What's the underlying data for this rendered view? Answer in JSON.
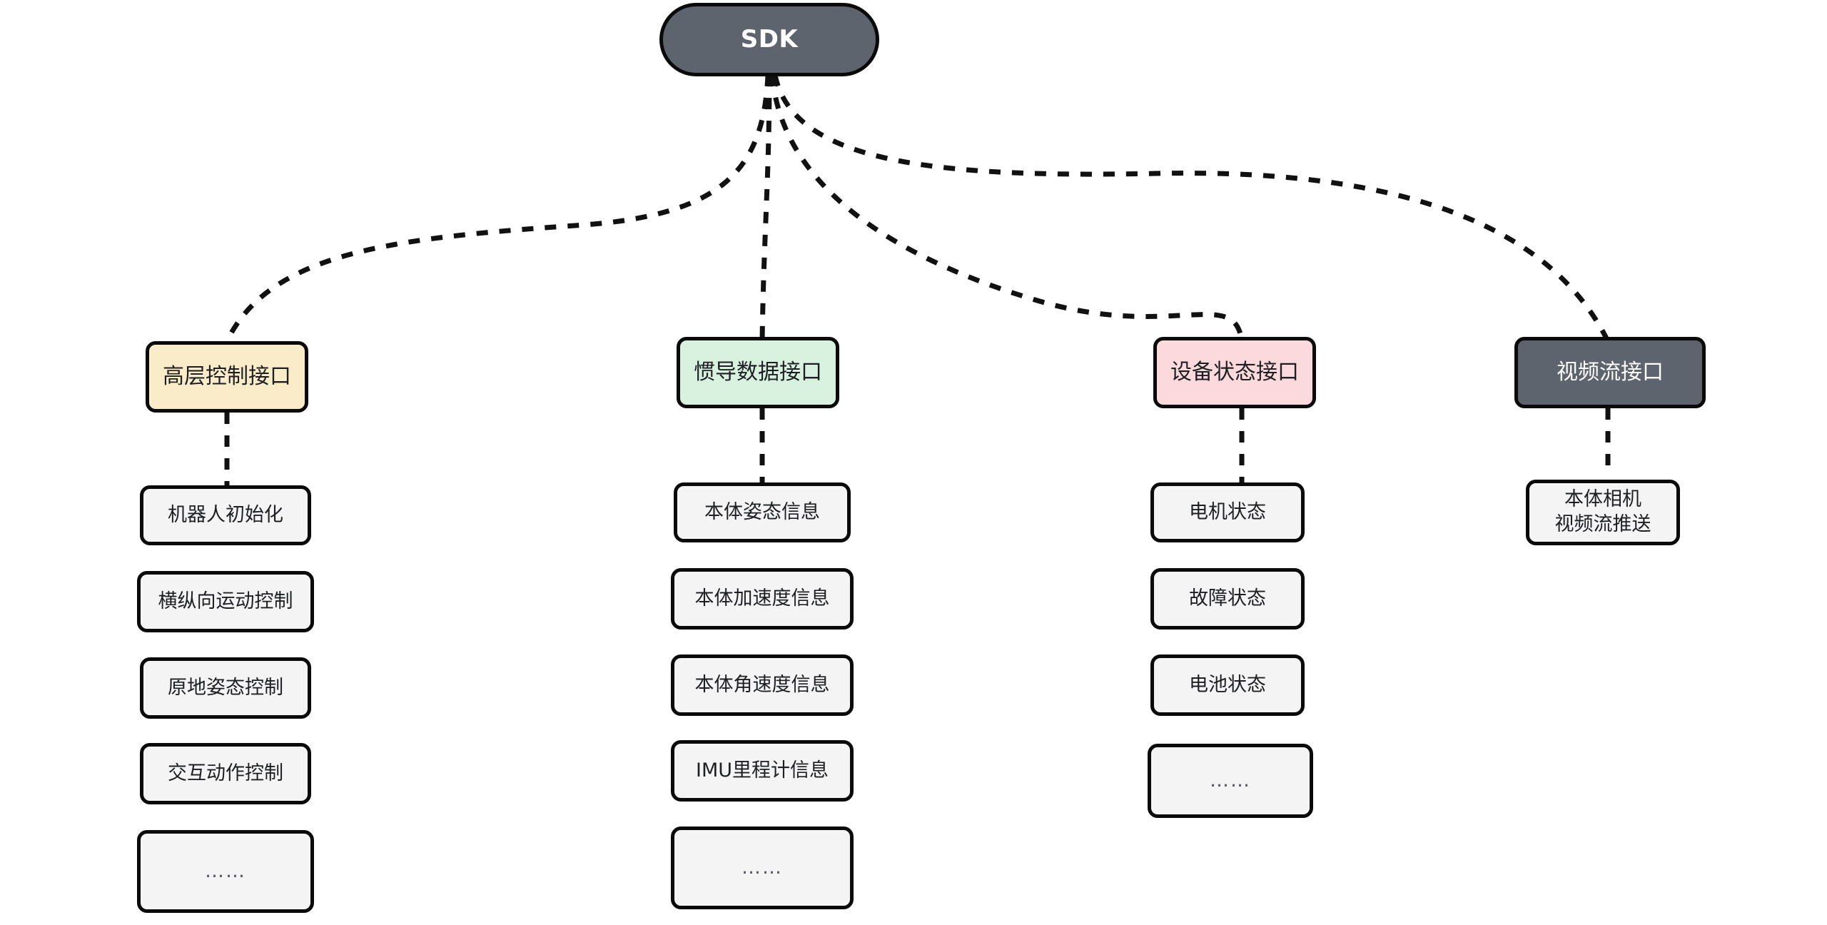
{
  "diagram": {
    "title": "SDK",
    "type": "hierarchy-tree",
    "edge_style": "dashed",
    "edge_color": "#111111",
    "background": "#ffffff",
    "root": {
      "id": "sdk",
      "label": "SDK",
      "fill": "#5e646e",
      "text_color": "#ffffff"
    },
    "branches": [
      {
        "id": "high-level-control",
        "label": "高层控制接口",
        "fill": "#fbecc9",
        "text_color": "#1d1f22",
        "children": [
          {
            "label": "机器人初始化"
          },
          {
            "label": "横纵向运动控制"
          },
          {
            "label": "原地姿态控制"
          },
          {
            "label": "交互动作控制"
          },
          {
            "label": "……"
          }
        ]
      },
      {
        "id": "inertial-data",
        "label": "惯导数据接口",
        "fill": "#d9f2e0",
        "text_color": "#1d1f22",
        "children": [
          {
            "label": "本体姿态信息"
          },
          {
            "label": "本体加速度信息"
          },
          {
            "label": "本体角速度信息"
          },
          {
            "label": "IMU里程计信息"
          },
          {
            "label": "……"
          }
        ]
      },
      {
        "id": "device-status",
        "label": "设备状态接口",
        "fill": "#fbd9dc",
        "text_color": "#1d1f22",
        "children": [
          {
            "label": "电机状态"
          },
          {
            "label": "故障状态"
          },
          {
            "label": "电池状态"
          },
          {
            "label": "……"
          }
        ]
      },
      {
        "id": "video-stream",
        "label": "视频流接口",
        "fill": "#5e646e",
        "text_color": "#ffffff",
        "children": [
          {
            "label": "本体相机\n视频流推送"
          }
        ]
      }
    ]
  }
}
